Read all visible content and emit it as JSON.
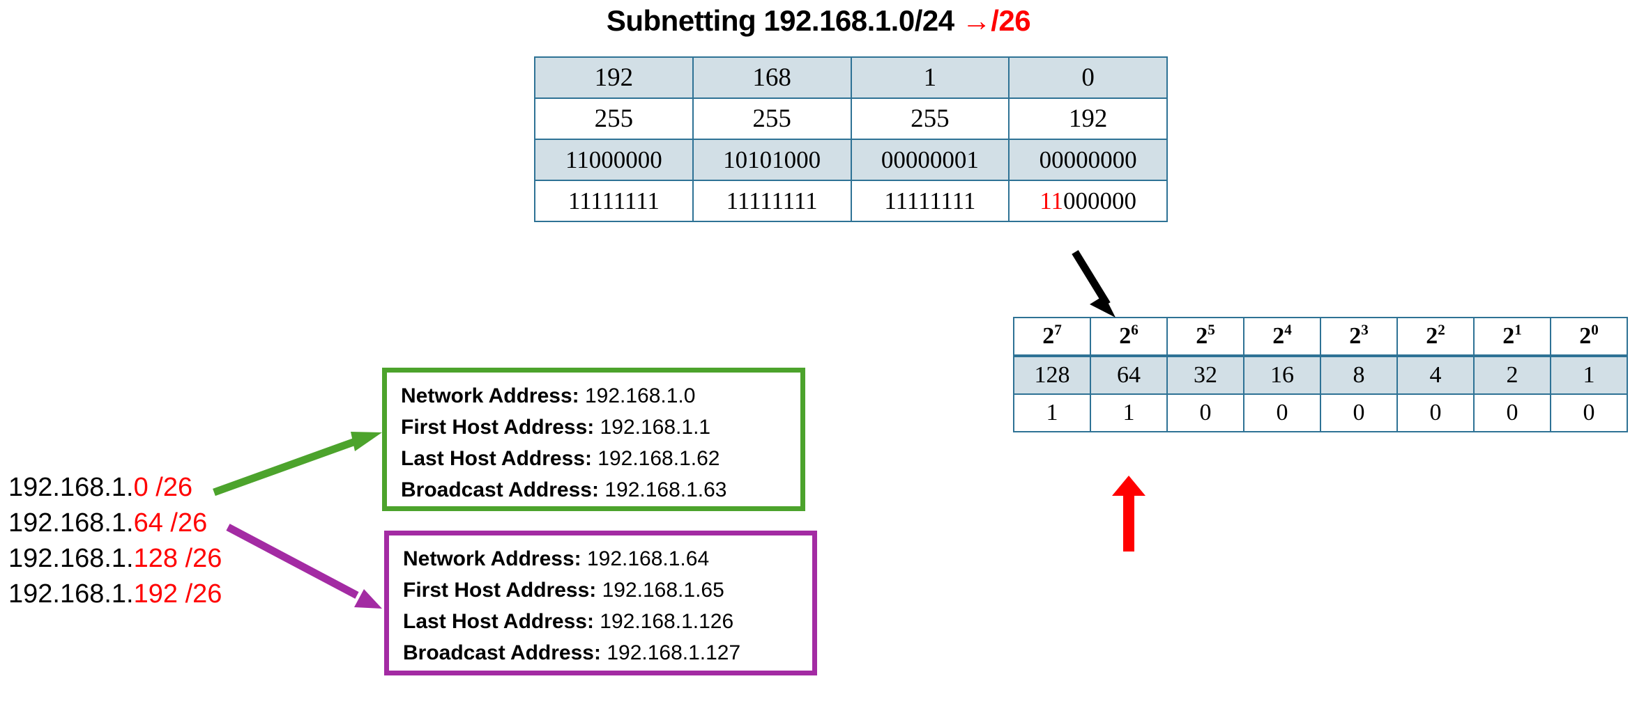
{
  "title": {
    "main": "Subnetting 192.168.1.0/24 ",
    "accent": "→/26"
  },
  "octet_table": {
    "rows": [
      {
        "style": "shade",
        "cells": [
          "192",
          "168",
          "1",
          "0"
        ]
      },
      {
        "style": "plain",
        "cells": [
          "255",
          "255",
          "255",
          "192"
        ]
      },
      {
        "style": "shade",
        "cells": [
          "11000000",
          "10101000",
          "00000001",
          "00000000"
        ]
      },
      {
        "style": "plain",
        "cells": [
          "11111111",
          "11111111",
          "11111111",
          "11000000"
        ]
      }
    ],
    "highlight_prefix": "11",
    "highlight_rest": "000000"
  },
  "powers_table": {
    "header_base": "2",
    "header_exponents": [
      "7",
      "6",
      "5",
      "4",
      "3",
      "2",
      "1",
      "0"
    ],
    "values": [
      "128",
      "64",
      "32",
      "16",
      "8",
      "4",
      "2",
      "1"
    ],
    "bits": [
      "1",
      "1",
      "0",
      "0",
      "0",
      "0",
      "0",
      "0"
    ],
    "red_bit_count": 2
  },
  "subnets": [
    {
      "base": "192.168.1.",
      "suffix": "0 /26"
    },
    {
      "base": "192.168.1.",
      "suffix": "64 /26"
    },
    {
      "base": "192.168.1.",
      "suffix": "128 /26"
    },
    {
      "base": "192.168.1.",
      "suffix": "192 /26"
    }
  ],
  "green_box": {
    "lines": [
      {
        "label": "Network Address:",
        "value": "192.168.1.0"
      },
      {
        "label": "First Host Address:",
        "value": "192.168.1.1"
      },
      {
        "label": "Last Host Address:",
        "value": "192.168.1.62"
      },
      {
        "label": "Broadcast Address:",
        "value": "192.168.1.63"
      }
    ]
  },
  "purple_box": {
    "lines": [
      {
        "label": "Network Address:",
        "value": "192.168.1.64"
      },
      {
        "label": "First Host Address:",
        "value": "192.168.1.65"
      },
      {
        "label": "Last Host Address:",
        "value": "192.168.1.126"
      },
      {
        "label": "Broadcast Address:",
        "value": "192.168.1.127"
      }
    ]
  },
  "colors": {
    "accent_red": "#ff0000",
    "table_border": "#2e7295",
    "table_shade": "#d2dfe6",
    "green": "#4ca32c",
    "purple": "#a32ba3",
    "black_arrow": "#000000"
  }
}
